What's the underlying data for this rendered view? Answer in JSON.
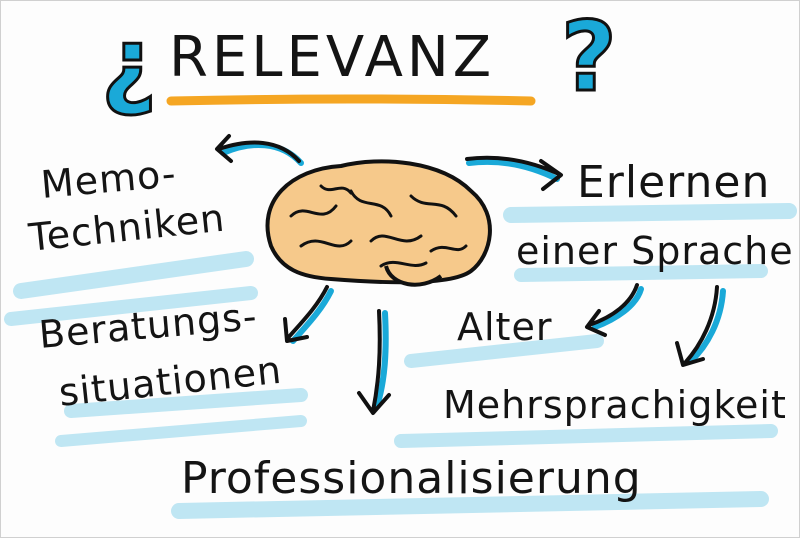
{
  "title": {
    "text": "RELEVANZ",
    "open_mark": "¿",
    "close_mark": "?"
  },
  "center": {
    "icon": "brain-icon"
  },
  "nodes": {
    "memo_line1": "Memo-",
    "memo_line2": "Techniken",
    "erlernen": "Erlernen",
    "sprache": "einer Sprache",
    "beratung_line1": "Beratungs-",
    "beratung_line2": "situationen",
    "alter": "Alter",
    "mehrsprachigkeit": "Mehrsprachigkeit",
    "professionalisierung": "Professionalisierung"
  },
  "colors": {
    "ink": "#141414",
    "accent_blue": "#1aa9d8",
    "highlight_blue": "#bfe6f3",
    "underline_orange": "#f5a623",
    "brain_fill": "#f6c98b"
  }
}
